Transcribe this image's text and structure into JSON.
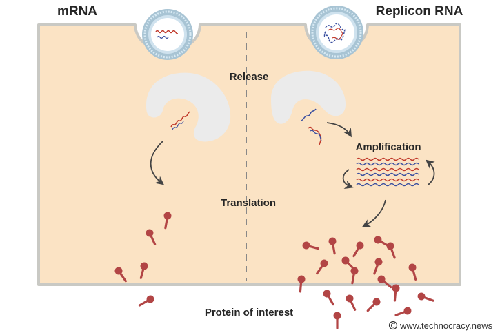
{
  "labels": {
    "mrna": "mRNA",
    "replicon": "Replicon RNA",
    "release": "Release",
    "amplification": "Amplification",
    "translation": "Translation",
    "protein": "Protein of interest"
  },
  "watermark": {
    "icon": "copyright-icon",
    "text": "www.technocracy.news"
  },
  "colors": {
    "cell_fill": "#fbe3c4",
    "cell_stroke": "#c9c9c4",
    "membrane_dark": "#a8c4d4",
    "membrane_light": "#d8eaf4",
    "vesicle_core": "#ffffff",
    "endosome": "#ebebeb",
    "protein": "#b24545",
    "rna_red": "#c0392b",
    "rna_blue": "#3a4fa0",
    "arrow": "#444444",
    "divider": "#888888"
  }
}
